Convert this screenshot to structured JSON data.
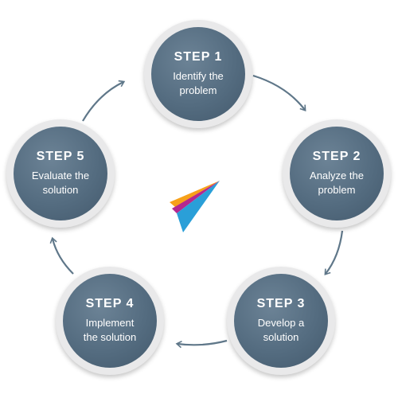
{
  "steps": [
    {
      "title": "STEP 1",
      "line1": "Identify the",
      "line2": "problem"
    },
    {
      "title": "STEP 2",
      "line1": "Analyze the",
      "line2": "problem"
    },
    {
      "title": "STEP 3",
      "line1": "Develop a",
      "line2": "solution"
    },
    {
      "title": "STEP 4",
      "line1": "Implement",
      "line2": "the solution"
    },
    {
      "title": "STEP 5",
      "line1": "Evaluate the",
      "line2": "solution"
    }
  ],
  "colors": {
    "circle_fill": "#546c80",
    "circle_ring": "#e9e9ea",
    "arrow": "#5f7789",
    "logo_orange": "#f7a11a",
    "logo_magenta": "#b5288f",
    "logo_blue": "#2a9fd8"
  },
  "icons": [
    "paper-plane-logo-icon",
    "cycle-arrow-icon"
  ]
}
